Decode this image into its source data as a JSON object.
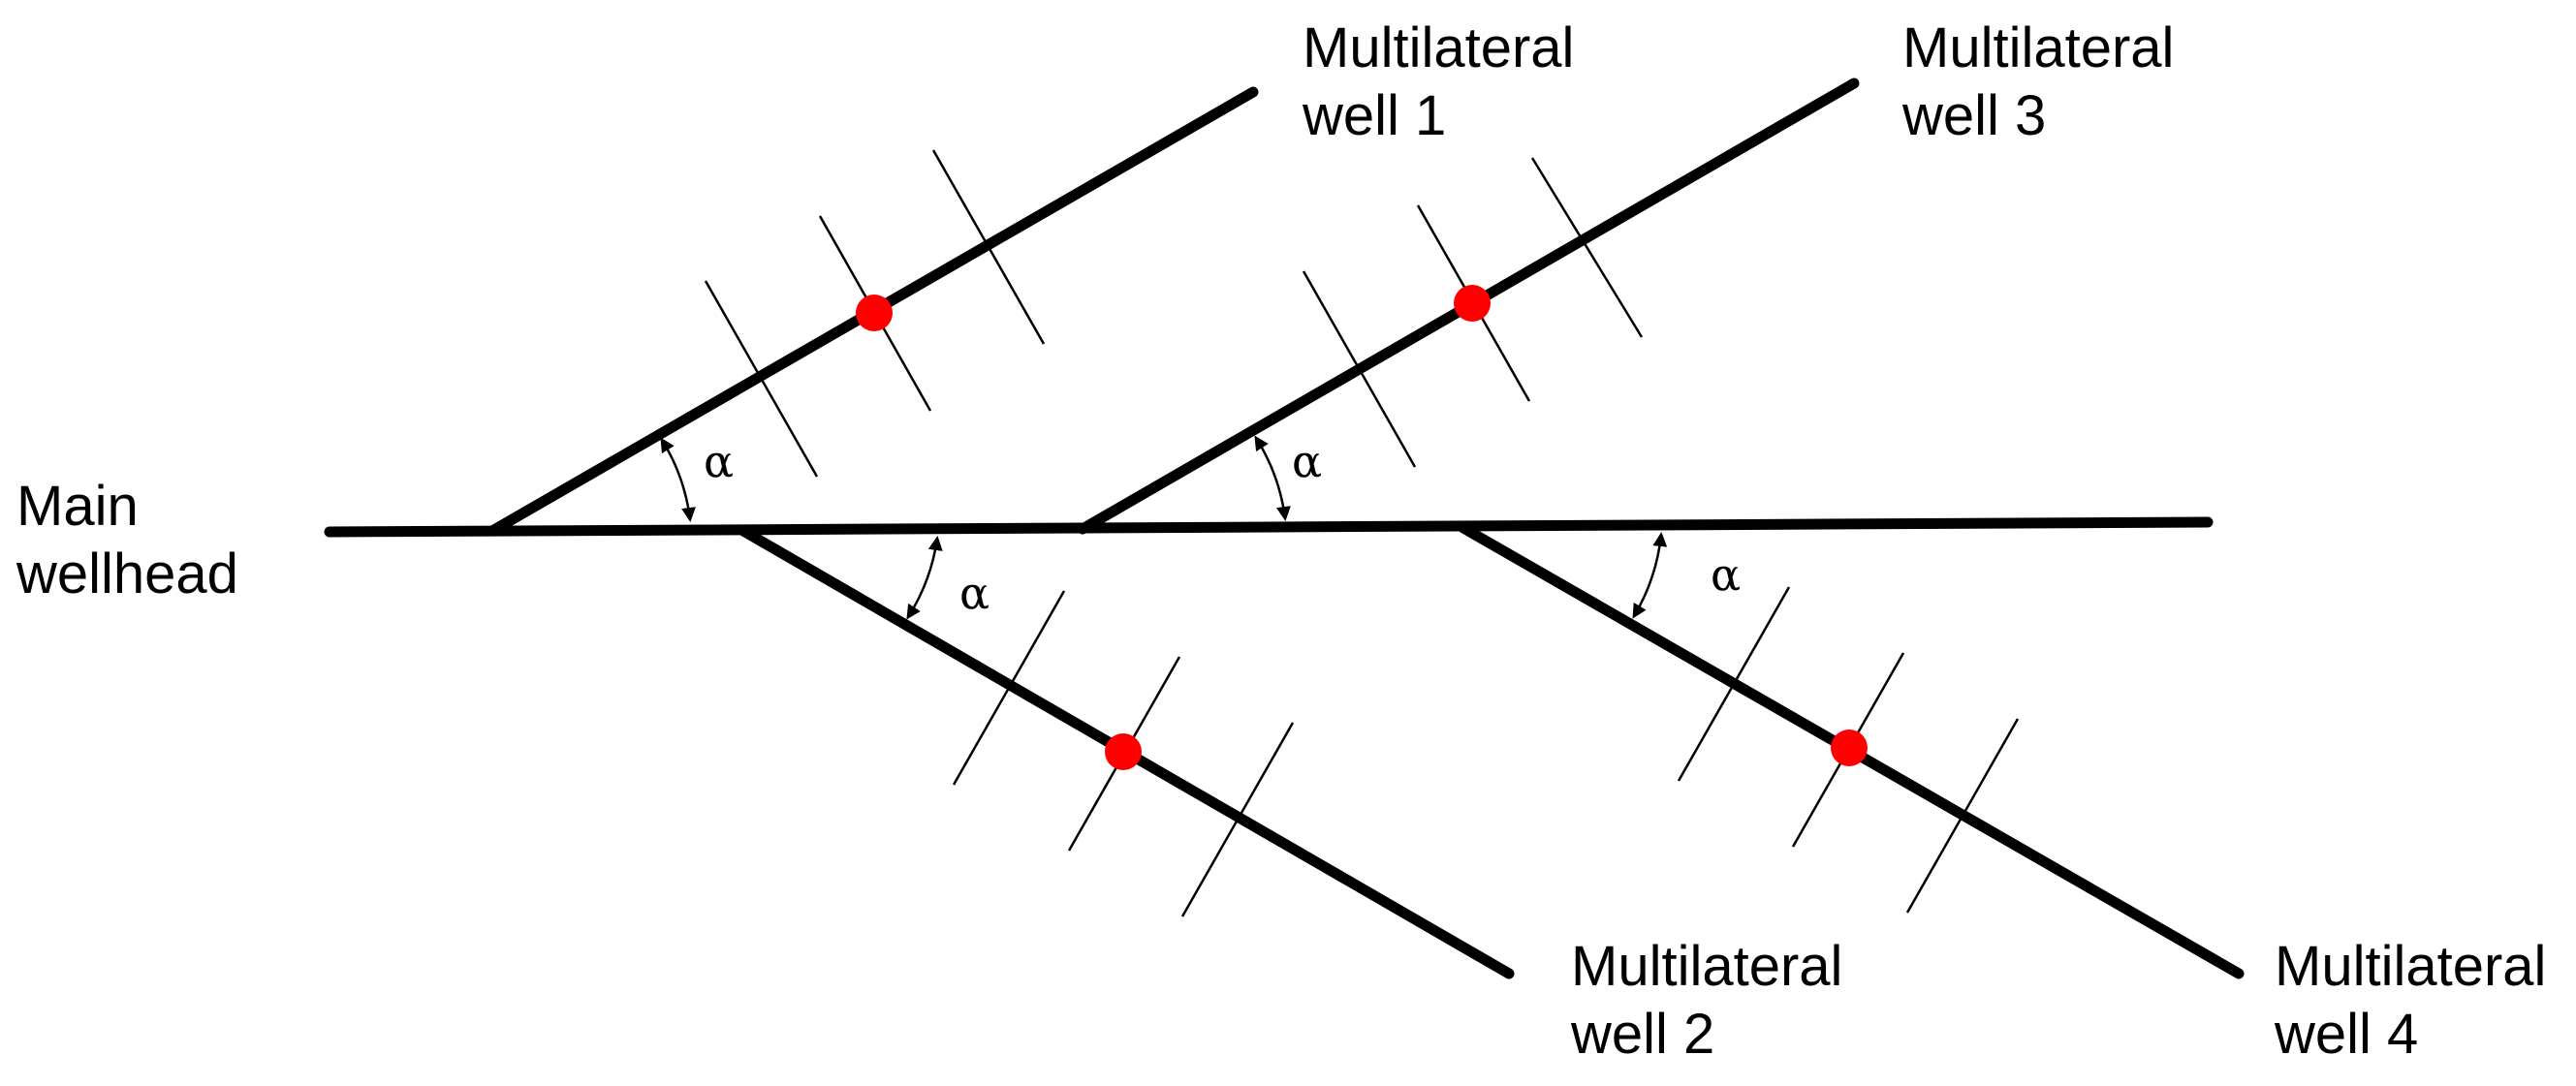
{
  "labels": {
    "main": {
      "line1": "Main",
      "line2": "wellhead"
    },
    "well1": {
      "line1": "Multilateral",
      "line2": "well 1"
    },
    "well2": {
      "line1": "Multilateral",
      "line2": "well 2"
    },
    "well3": {
      "line1": "Multilateral",
      "line2": "well 3"
    },
    "well4": {
      "line1": "Multilateral",
      "line2": "well 4"
    }
  },
  "angle_symbol": "α",
  "colors": {
    "line": "#000000",
    "fracture_point": "#ff0000",
    "background": "#ffffff"
  }
}
